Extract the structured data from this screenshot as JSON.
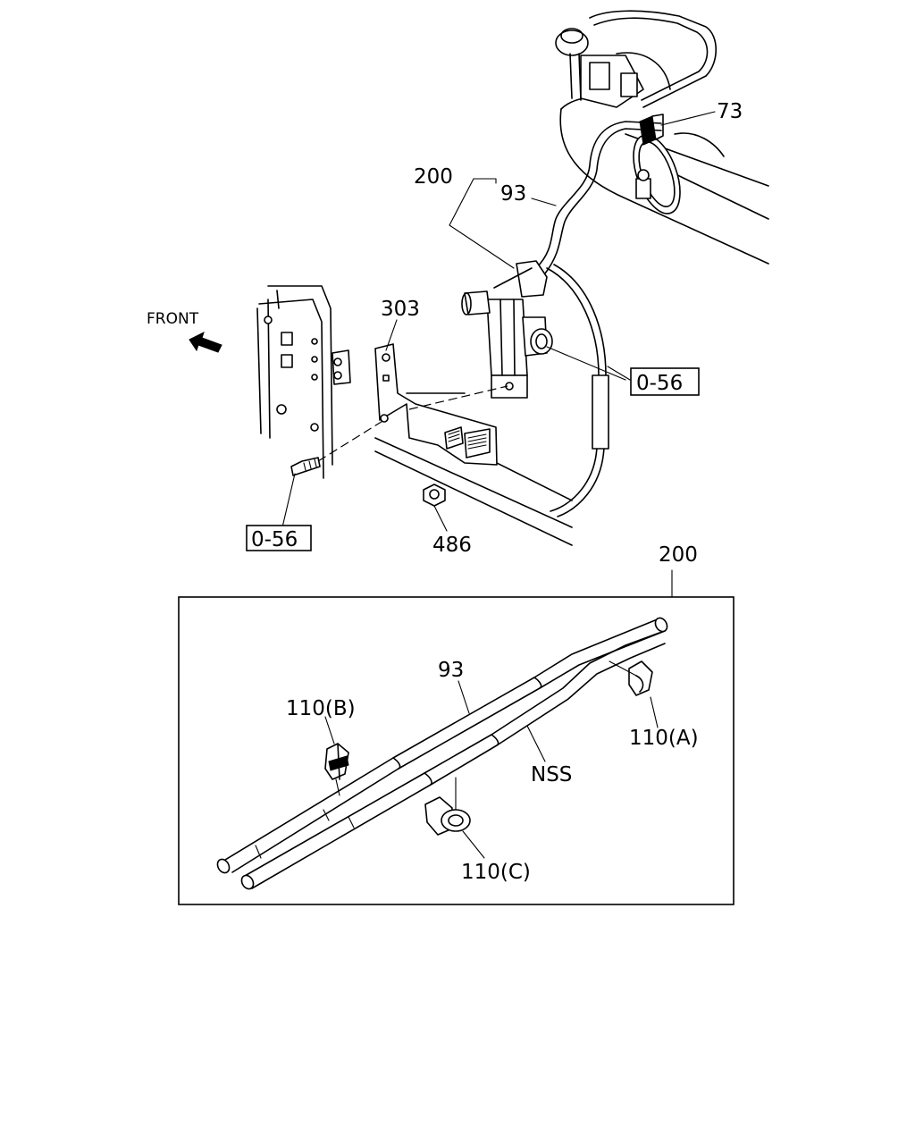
{
  "labels": {
    "front": "FRONT",
    "p73": "73",
    "p200_top": "200",
    "p93_top": "93",
    "p303": "303",
    "ref_right": "0-56",
    "ref_left": "0-56",
    "p486": "486",
    "p200_box": "200",
    "p93_box": "93",
    "p110b": "110(B)",
    "p110a": "110(A)",
    "nss": "NSS",
    "p110c": "110(C)"
  }
}
